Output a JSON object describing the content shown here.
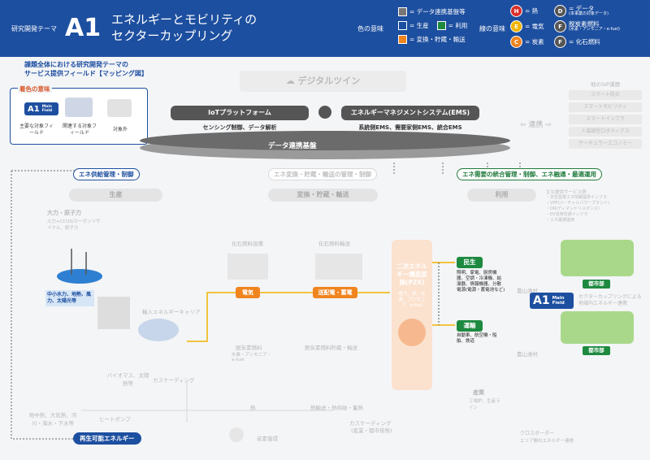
{
  "header": {
    "subtitle": "研究開発テーマ",
    "theme_id": "A1",
    "title_line1": "エネルギーとモビリティの",
    "title_line2": "セクターカップリング",
    "color_meaning_label": "色の意味",
    "line_meaning_label": "線の意味",
    "color_legend": [
      {
        "label": "= データ連携基盤等",
        "color": "#777777"
      },
      {
        "label": "= 生産",
        "color": "#1d4fa0"
      },
      {
        "label": "= 利用",
        "color": "#1e8a40"
      },
      {
        "label": "= 変換・貯蔵・輸送",
        "color": "#f0841f"
      }
    ],
    "line_legend": [
      {
        "symbol": "H",
        "label": "= 熱",
        "color": "#d8302b"
      },
      {
        "symbol": "E",
        "label": "= 電気",
        "color": "#f0b400"
      },
      {
        "symbol": "C",
        "label": "= 炭素",
        "color": "#f0841f"
      },
      {
        "symbol": "D",
        "label": "= データ",
        "note": "(本事業の対象データ)",
        "color": "#555555"
      },
      {
        "symbol": "F",
        "label": "脱炭素燃料",
        "note": "(水素・アンモニア・e-fuel)",
        "color": "#555555"
      },
      {
        "symbol": "F",
        "label": "= 化石燃料",
        "color": "#555555"
      }
    ]
  },
  "left_panel": {
    "title_line1": "課題全体における研究開発テーマの",
    "title_line2": "サービス提供フィールド【マッピング図】",
    "color_meaning_title": "着色の意味",
    "a1_badge": "A1",
    "a1_badge_sub": "Main Field",
    "items": [
      "主要な対象フィールド",
      "関連する対象フィールド",
      "対象外"
    ]
  },
  "top": {
    "digital_twin": "デジタルツイン",
    "iot_platform": "IoTプラットフォーム",
    "iot_sub": "センシング制御、データ解析",
    "ems": "エネルギーマネジメントシステム(EMS)",
    "ems_sub": "系統側EMS、需要家側EMS、統合EMS",
    "data_platform": "データ連携基盤",
    "link": "連携",
    "other_sip_title": "他のSIP課題",
    "other_sip": [
      "スマート防災",
      "スマートモビリティ",
      "スマートインフラ",
      "人協調型ロボティクス",
      "サーキュラーエコノミー"
    ]
  },
  "controls": {
    "supply": "エネ供給管理・制御",
    "conversion": "エネ変換・貯蔵・輸送の管理・制御",
    "demand": "エネ需要の統合管理・制御、エネ融通・最適運用"
  },
  "bands": {
    "production": "生産",
    "conversion": "変換・貯蔵・輸送",
    "use": "利用"
  },
  "production": {
    "thermal": "大力・原子力",
    "thermal_sub": "火力+CCUS/カーボンリサイクル、原子力",
    "hydro": "中小水力、地熱、風力、太陽光等",
    "import": "輸入エネルギーキャリア",
    "biomass": "バイオマス、太陽熱等",
    "cascading": "カスケーディング",
    "ground_heat": "地中熱、大気熱、河川・海水・下水等",
    "heat_pump": "ヒートポンプ",
    "renewable_heat": "再生可能エネルギー"
  },
  "conversion": {
    "fossil_fuel_facility": "化石燃料設備",
    "fossil_fuel_transport": "化石燃料輸送",
    "electricity": "電気",
    "transmission": "送配電・蓄電",
    "decarb_fuel": "脱炭素燃料",
    "decarb_fuel_sub": "水素・アンモニア・e-fuel",
    "decarb_storage": "脱炭素燃料貯蔵・輸送",
    "heat": "熱",
    "heat_transport": "熱輸送・熱供給・蓄熱",
    "cascading2": "カスケーディング",
    "cascading2_sub": "(産業・都市排熱)",
    "carbon_cycle": "炭素循環",
    "p2x_title": "二次エネルギー構造変換(P2X)",
    "p2x_sub": "電力、熱、水素、アンモニア、e-fuel"
  },
  "use": {
    "service_title": "主な提供サービス例",
    "services": [
      "・共生型電エネ情報提供インフラ",
      "・VPP(バーチャルパワープラント)",
      "・DR(ディマンドリスポンス)",
      "・EV活用交通インフラ",
      "・エネ最適運用"
    ],
    "residential": "民生",
    "residential_sub": "照明、家電、厨房機器、空調・冷凍機、給湯器、情報機器、分散電源(電源・蓄電池など)",
    "transport": "運輸",
    "transport_sub": "自動車、航空機・船舶、鉄道",
    "industry": "産業",
    "industry_sub": "工場炉、生産ライン",
    "urban": "都市部",
    "urban2": "都市部",
    "rural": "農山漁村",
    "rural2": "農山漁村",
    "a1_main": "A1",
    "a1_main_sub": "Main Field",
    "sector_coupling": "セクターカップリングによる地域内エネルギー連携",
    "cross_border": "クロスボーダー",
    "cross_border_sub": "エリア間のエネルギー連携"
  }
}
